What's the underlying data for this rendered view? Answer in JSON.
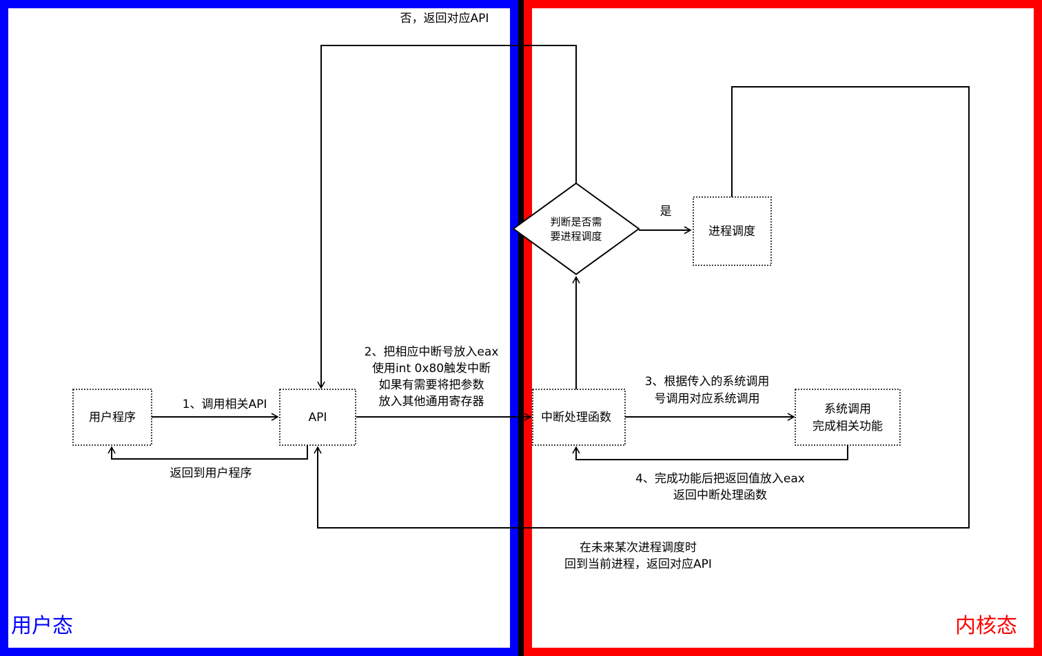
{
  "zones": {
    "user_mode": "用户态",
    "kernel_mode": "内核态",
    "user_color": "#0000ff",
    "kernel_color": "#ff0000"
  },
  "nodes": {
    "user_program": "用户程序",
    "api": "API",
    "interrupt_handler": "中断处理函数",
    "syscall_impl": [
      "系统调用",
      "完成相关功能"
    ],
    "decision": [
      "判断是否需",
      "要进程调度"
    ],
    "scheduler": "进程调度"
  },
  "edges": {
    "step1": "1、调用相关API",
    "return_to_user": "返回到用户程序",
    "step2": [
      "2、把相应中断号放入eax",
      "使用int 0x80触发中断",
      "如果有需要将把参数",
      "放入其他通用寄存器"
    ],
    "step3": [
      "3、根据传入的系统调用",
      "号调用对应系统调用"
    ],
    "step4": [
      "4、完成功能后把返回值放入eax",
      "返回中断处理函数"
    ],
    "no_branch": "否，返回对应API",
    "yes_branch": "是",
    "later_return": [
      "在未来某次进程调度时",
      "回到当前进程，返回对应API"
    ]
  }
}
